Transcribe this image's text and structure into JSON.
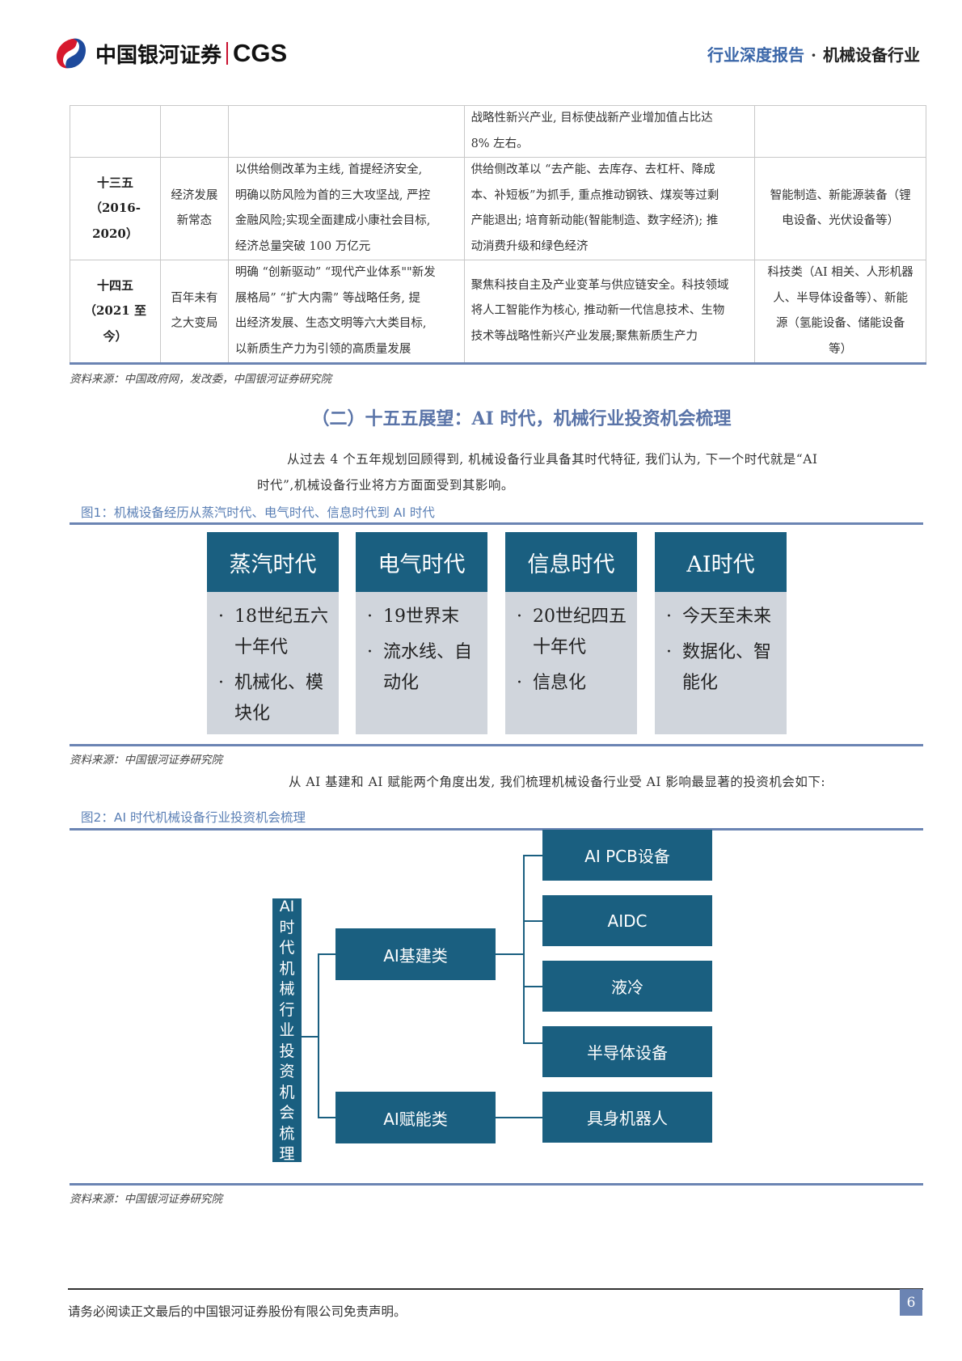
{
  "header": {
    "logo_cn": "中国银河证券",
    "logo_en": "CGS",
    "report_type": "行业深度报告",
    "separator": "·",
    "industry": "机械设备行业"
  },
  "table": {
    "rows": [
      {
        "period": "",
        "period_years": "",
        "theme": [],
        "goals": [],
        "industry_policy": [
          "战略性新兴产业, 目标使战新产业增加值占比达",
          "8% 左右。"
        ],
        "beneficiaries": []
      },
      {
        "period": "十三五",
        "period_years": [
          "（2016-",
          "2020）"
        ],
        "theme": [
          "经济发展",
          "新常态"
        ],
        "goals": [
          "以供给侧改革为主线, 首提经济安全,",
          "明确以防风险为首的三大攻坚战, 严控",
          "金融风险;实现全面建成小康社会目标,",
          "经济总量突破 100 万亿元"
        ],
        "industry_policy": [
          "供给侧改革以 “去产能、去库存、去杠杆、降成",
          "本、补短板”为抓手, 重点推动钢铁、煤炭等过剩",
          "产能退出; 培育新动能(智能制造、数字经济); 推",
          "动消费升级和绿色经济"
        ],
        "beneficiaries": [
          "智能制造、新能源装备（锂",
          "电设备、光伏设备等）"
        ]
      },
      {
        "period": "十四五",
        "period_years": [
          "（2021 至",
          "今）"
        ],
        "theme": [
          "百年未有",
          "之大变局"
        ],
        "goals": [
          "明确 “创新驱动” “现代产业体系\"\"新发",
          "展格局” “扩大内需” 等战略任务, 提",
          "出经济发展、生态文明等六大类目标,",
          "以新质生产力为引领的高质量发展"
        ],
        "industry_policy": [
          "聚焦科技自主及产业变革与供应链安全。科技领域",
          "将人工智能作为核心, 推动新一代信息技术、生物",
          "技术等战略性新兴产业发展;聚焦新质生产力"
        ],
        "beneficiaries": [
          "科技类（AI 相关、人形机器",
          "人、半导体设备等）、新能",
          "源（氢能设备、储能设备",
          "等）"
        ]
      }
    ],
    "source": "资料来源：中国政府网，发改委，中国银河证券研究院"
  },
  "section": {
    "title": "（二）十五五展望：AI 时代，机械行业投资机会梳理"
  },
  "paragraph1": {
    "line1": "从过去 4 个五年规划回顾得到, 机械设备行业具备其时代特征, 我们认为, 下一个时代就是“AI",
    "line2": "时代”,机械设备行业将方方面面受到其影响。"
  },
  "figure1": {
    "caption": "图1：机械设备经历从蒸汽时代、电气时代、信息时代到 AI 时代",
    "eras": [
      {
        "title": "蒸汽时代",
        "items": [
          "18世纪五六十年代",
          "机械化、模块化"
        ]
      },
      {
        "title": "电气时代",
        "items": [
          "19世界末",
          "流水线、自动化"
        ]
      },
      {
        "title": "信息时代",
        "items": [
          "20世纪四五十年代",
          "信息化"
        ]
      },
      {
        "title": "AI时代",
        "items": [
          "今天至未来",
          "数据化、智能化"
        ]
      }
    ],
    "source": "资料来源：中国银河证券研究院"
  },
  "paragraph2": {
    "text": "从 AI 基建和 AI 赋能两个角度出发, 我们梳理机械设备行业受 AI 影响最显著的投资机会如下:"
  },
  "figure2": {
    "caption": "图2：AI 时代机械设备行业投资机会梳理",
    "root": [
      "AI",
      "时",
      "代",
      "机",
      "械",
      "行",
      "业",
      "投",
      "资",
      "机",
      "会",
      "梳",
      "理"
    ],
    "branches": [
      {
        "label": "AI基建类",
        "children": [
          "AI PCB设备",
          "AIDC",
          "液冷",
          "半导体设备"
        ]
      },
      {
        "label": "AI赋能类",
        "children": [
          "具身机器人"
        ]
      }
    ],
    "source": "资料来源：中国银河证券研究院"
  },
  "footer": {
    "disclaimer": "请务必阅读正文最后的中国银河证券股份有限公司免责声明。",
    "page": "6"
  },
  "colors": {
    "accent_blue": "#5a74a8",
    "node_teal": "#1a5f80",
    "card_gray": "#d0d5dc",
    "rule_blue": "#6b84b3",
    "logo_red": "#d7192d",
    "logo_blue": "#1e4a9c"
  }
}
